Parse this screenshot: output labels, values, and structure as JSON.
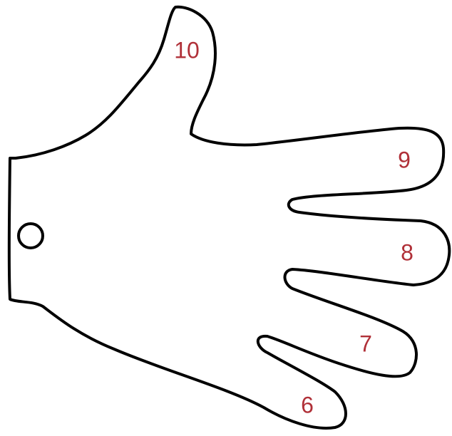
{
  "diagram": {
    "ink_color": "#000000",
    "number_color": "#b03038",
    "background_color": "#ffffff",
    "wrist_marker": "circle",
    "finger_numbers": {
      "thumb": "10",
      "index": "9",
      "middle": "8",
      "ring": "7",
      "little": "6"
    }
  }
}
